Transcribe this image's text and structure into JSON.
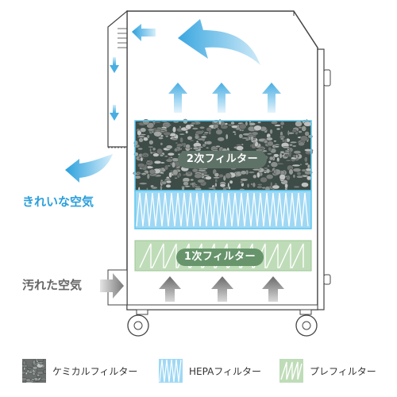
{
  "labels": {
    "secondary_filter": "2次フィルター",
    "primary_filter": "1次フィルター",
    "clean_air": "きれいな空気",
    "dirty_air": "汚れた空気"
  },
  "legend": [
    {
      "label": "ケミカルフィルター",
      "icon": "chemical-filter-swatch"
    },
    {
      "label": "HEPAフィルター",
      "icon": "hepa-filter-swatch"
    },
    {
      "label": "プレフィルター",
      "icon": "pre-filter-swatch"
    }
  ],
  "colors": {
    "clean_air": "#2a9fdc",
    "dirty_air": "#666666",
    "hepa": "#8fd0f0",
    "pre_filter": "#b9d8b2",
    "chemical_frame": "#5cc8f0"
  }
}
